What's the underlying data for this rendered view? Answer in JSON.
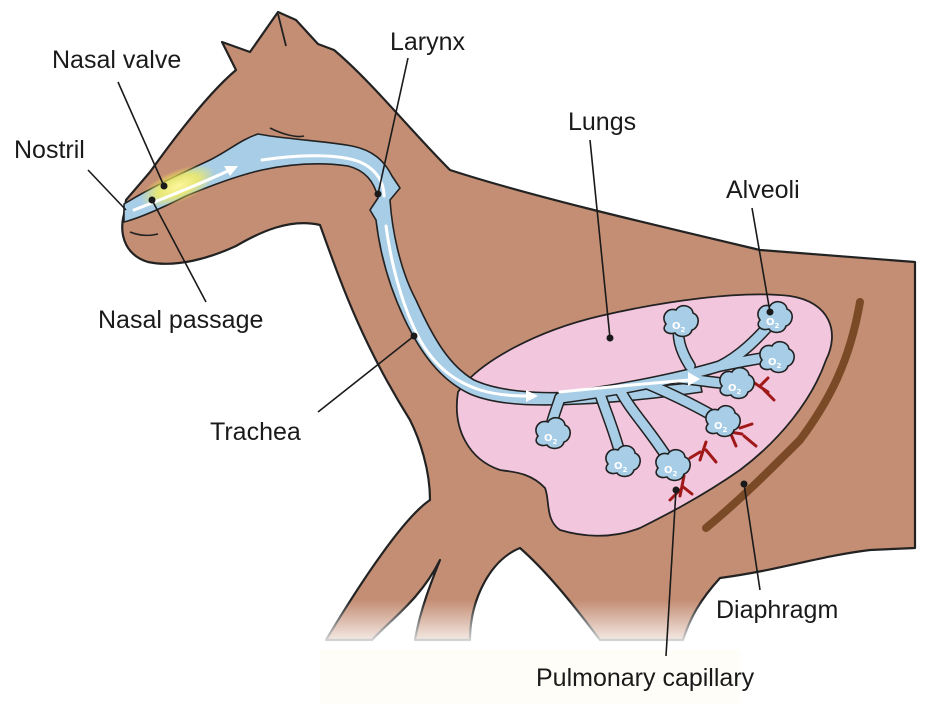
{
  "labels": {
    "nasal_valve": "Nasal valve",
    "nostril": "Nostril",
    "larynx": "Larynx",
    "lungs": "Lungs",
    "alveoli": "Alveoli",
    "nasal_passage": "Nasal passage",
    "trachea": "Trachea",
    "diaphragm": "Diaphragm",
    "pulmonary_capillary": "Pulmonary capillary"
  },
  "alveolus_gas": {
    "symbol": "O",
    "subscript": "2"
  },
  "colors": {
    "horse_body": "#c48e74",
    "outline": "#222222",
    "airway": "#a8cde6",
    "lungs": "#f2c6dd",
    "diaphragm": "#7a4a26",
    "capillary": "#a01818",
    "airflow_arrow": "#ffffff",
    "nasal_highlight": "#f4ec5a"
  }
}
